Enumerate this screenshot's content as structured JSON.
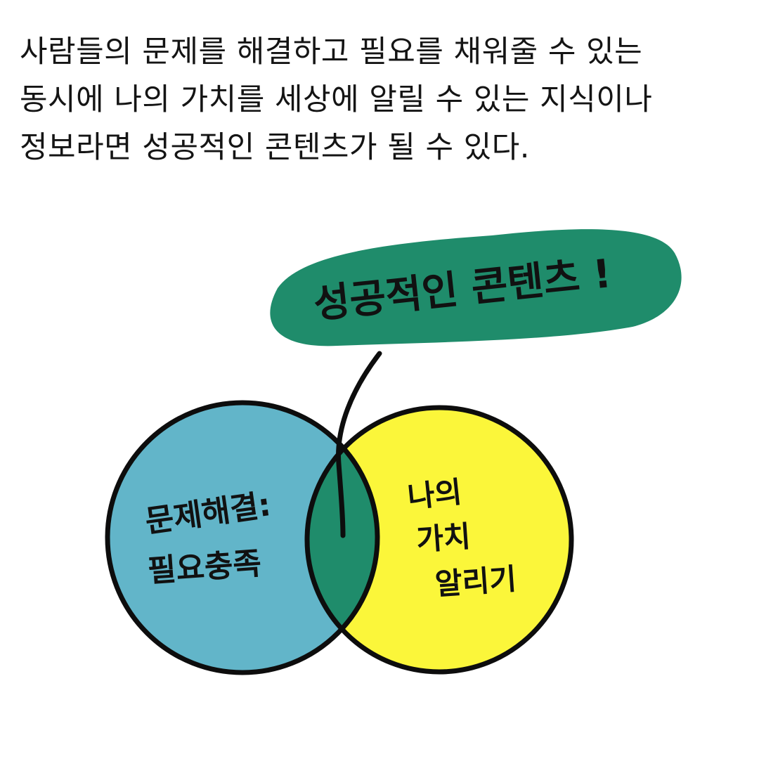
{
  "caption": {
    "lines": [
      "사람들의 문제를 해결하고 필요를 채워줄 수 있는",
      "동시에 나의 가치를 세상에 알릴 수 있는 지식이나",
      "정보라면 성공적인 콘텐츠가 될 수 있다."
    ]
  },
  "bubble": {
    "label": "성공적인 콘텐츠 !"
  },
  "venn": {
    "left": {
      "lines": [
        "문제해결:",
        "필요충족"
      ]
    },
    "right": {
      "lines": [
        "나의",
        "가치",
        "알리기"
      ]
    }
  },
  "colors": {
    "green": "#1f8c6b",
    "blue": "#62b5c9",
    "yellow": "#fbf63a",
    "outline": "#0d0d0d",
    "text": "#141414"
  }
}
